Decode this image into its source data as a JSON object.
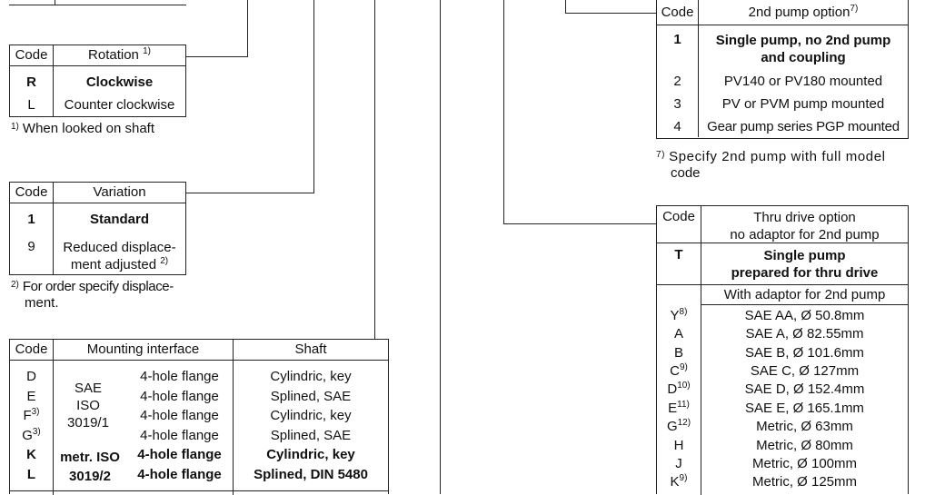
{
  "rotation": {
    "header": {
      "code": "Code",
      "title": "Rotation",
      "title_note": "1)"
    },
    "rows": [
      {
        "code": "R",
        "label": "Clockwise"
      },
      {
        "code": "L",
        "label": "Counter clockwise"
      }
    ],
    "footnote": {
      "mark": "1)",
      "text": "When looked on shaft"
    }
  },
  "variation": {
    "header": {
      "code": "Code",
      "title": "Variation"
    },
    "rows": [
      {
        "code": "1",
        "label": "Standard"
      },
      {
        "code": "9",
        "label_line1": "Reduced displace-",
        "label_line2": "ment adjusted",
        "label_note": "2)"
      }
    ],
    "footnote": {
      "mark": "2)",
      "text_line1": "For order specify displace-",
      "text_line2": "ment."
    }
  },
  "mounting": {
    "header": {
      "code": "Code",
      "interface": "Mounting interface",
      "shaft": "Shaft"
    },
    "rows": [
      {
        "code": "D",
        "code_note": "",
        "flange": "4-hole flange",
        "shaft": "Cylindric, key"
      },
      {
        "code": "E",
        "code_note": "",
        "flange": "4-hole flange",
        "shaft": "Splined, SAE"
      },
      {
        "code": "F",
        "code_note": "3)",
        "flange": "4-hole flange",
        "shaft": "Cylindric, key"
      },
      {
        "code": "G",
        "code_note": "3)",
        "flange": "4-hole flange",
        "shaft": "Splined, SAE"
      },
      {
        "code": "K",
        "code_note": "",
        "flange": "4-hole flange",
        "shaft": "Cylindric, key"
      },
      {
        "code": "L",
        "code_note": "",
        "flange": "4-hole flange",
        "shaft": "Splined, DIN 5480"
      }
    ],
    "std_sae": {
      "line1": "SAE",
      "line2": "ISO",
      "line3": "3019/1"
    },
    "std_metric": {
      "line1": "metr. ISO",
      "line2": "3019/2"
    }
  },
  "second_pump": {
    "header": {
      "code": "Code",
      "title": "2nd pump option",
      "title_note": "7)"
    },
    "rows": [
      {
        "code": "1",
        "line1": "Single pump, no 2nd pump",
        "line2": "and coupling"
      },
      {
        "code": "2",
        "line1": "PV140 or PV180 mounted"
      },
      {
        "code": "3",
        "line1": "PV or PVM pump mounted"
      },
      {
        "code": "4",
        "line1": "Gear pump series PGP mounted"
      }
    ],
    "footnote": {
      "mark": "7)",
      "text_line1": "Specify 2nd pump with full model",
      "text_line2": "code"
    }
  },
  "thru_drive": {
    "header": {
      "code": "Code",
      "title_line1": "Thru drive option",
      "title_line2": "no adaptor for 2nd pump"
    },
    "single": {
      "code": "T",
      "line1": "Single pump",
      "line2": "prepared for thru drive"
    },
    "adaptor_heading": "With adaptor for 2nd pump",
    "rows": [
      {
        "code": "Y",
        "note": "8)",
        "label": "SAE AA, Ø 50.8mm"
      },
      {
        "code": "A",
        "note": "",
        "label": "SAE A, Ø 82.55mm"
      },
      {
        "code": "B",
        "note": "",
        "label": "SAE B, Ø 101.6mm"
      },
      {
        "code": "C",
        "note": "9)",
        "label": "SAE C, Ø 127mm"
      },
      {
        "code": "D",
        "note": "10)",
        "label": "SAE D, Ø 152.4mm"
      },
      {
        "code": "E",
        "note": "11)",
        "label": "SAE E, Ø 165.1mm"
      },
      {
        "code": "G",
        "note": "12)",
        "label": "Metric, Ø 63mm"
      },
      {
        "code": "H",
        "note": "",
        "label": "Metric, Ø 80mm"
      },
      {
        "code": "J",
        "note": "",
        "label": "Metric, Ø 100mm"
      },
      {
        "code": "K",
        "note": "9)",
        "label": "Metric, Ø 125mm"
      }
    ]
  }
}
